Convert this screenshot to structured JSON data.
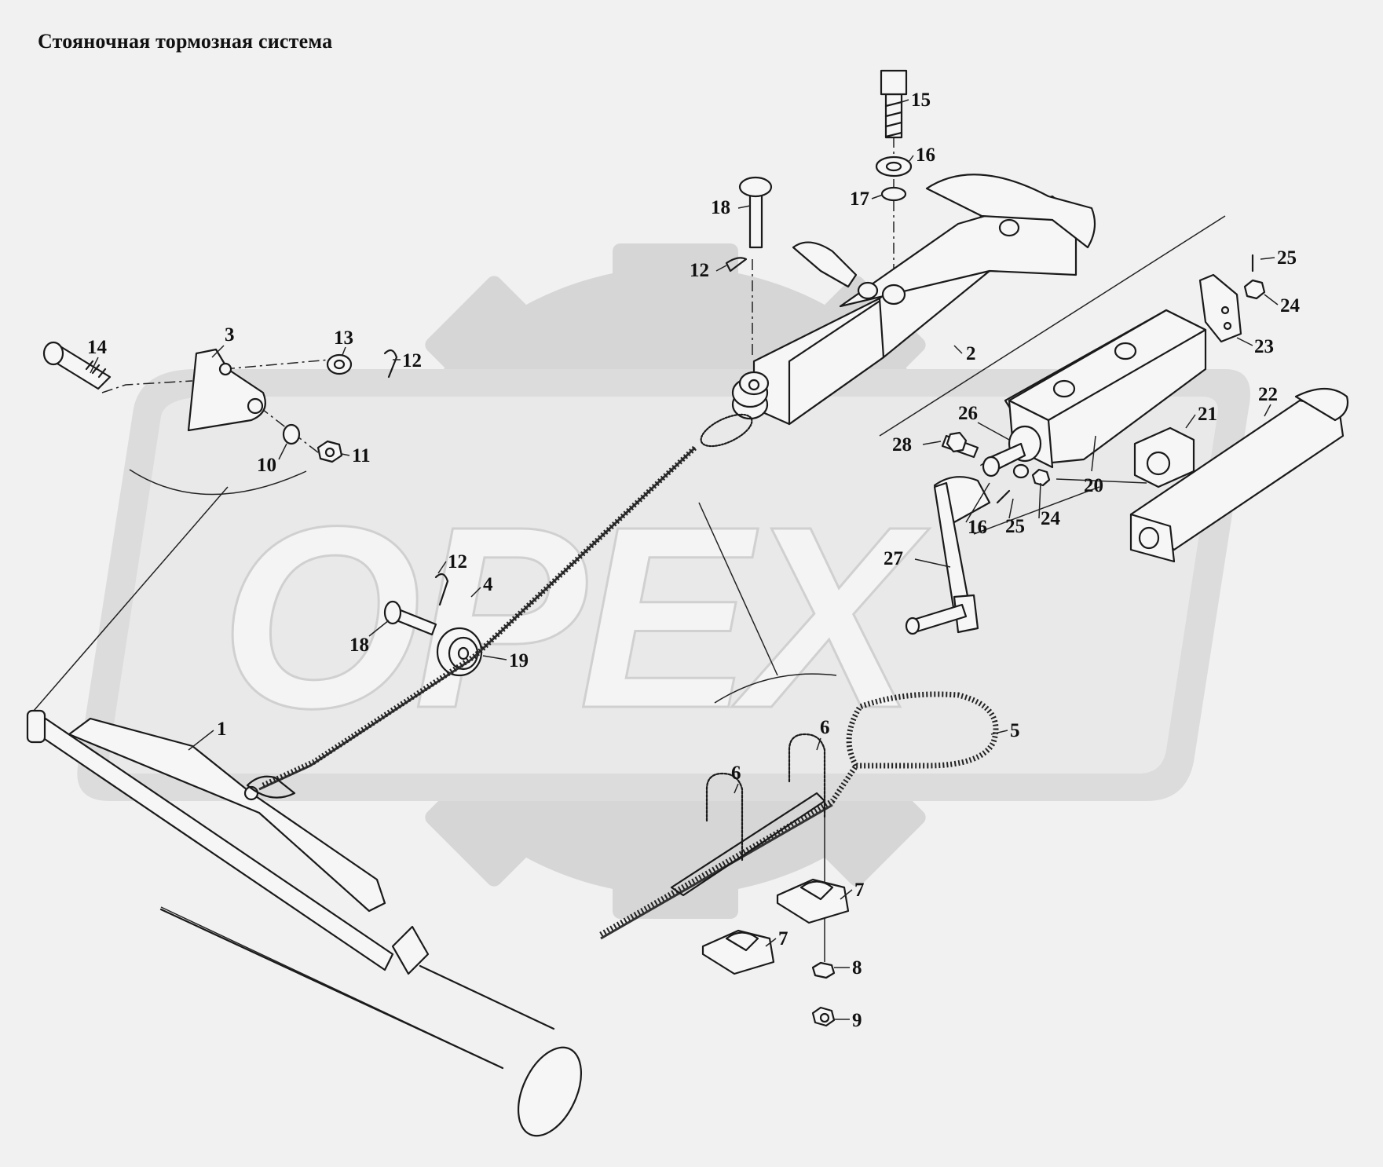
{
  "title": "Стояночная тормозная система",
  "watermark": "OPEX",
  "colors": {
    "background": "#f1f1f1",
    "ink": "#1a1a1a",
    "watermark": "#d6d6d6"
  },
  "callouts": [
    {
      "id": "c1",
      "text": "1"
    },
    {
      "id": "c2",
      "text": "2"
    },
    {
      "id": "c3",
      "text": "3"
    },
    {
      "id": "c4",
      "text": "4"
    },
    {
      "id": "c5",
      "text": "5"
    },
    {
      "id": "c6a",
      "text": "6"
    },
    {
      "id": "c6b",
      "text": "6"
    },
    {
      "id": "c7a",
      "text": "7"
    },
    {
      "id": "c7b",
      "text": "7"
    },
    {
      "id": "c8",
      "text": "8"
    },
    {
      "id": "c9",
      "text": "9"
    },
    {
      "id": "c10",
      "text": "10"
    },
    {
      "id": "c11",
      "text": "11"
    },
    {
      "id": "c12a",
      "text": "12"
    },
    {
      "id": "c12b",
      "text": "12"
    },
    {
      "id": "c12c",
      "text": "12"
    },
    {
      "id": "c13",
      "text": "13"
    },
    {
      "id": "c14",
      "text": "14"
    },
    {
      "id": "c15",
      "text": "15"
    },
    {
      "id": "c16a",
      "text": "16"
    },
    {
      "id": "c16b",
      "text": "16"
    },
    {
      "id": "c17",
      "text": "17"
    },
    {
      "id": "c18a",
      "text": "18"
    },
    {
      "id": "c18b",
      "text": "18"
    },
    {
      "id": "c19",
      "text": "19"
    },
    {
      "id": "c20",
      "text": "20"
    },
    {
      "id": "c21",
      "text": "21"
    },
    {
      "id": "c22",
      "text": "22"
    },
    {
      "id": "c23",
      "text": "23"
    },
    {
      "id": "c24a",
      "text": "24"
    },
    {
      "id": "c24b",
      "text": "24"
    },
    {
      "id": "c25a",
      "text": "25"
    },
    {
      "id": "c25b",
      "text": "25"
    },
    {
      "id": "c26",
      "text": "26"
    },
    {
      "id": "c27",
      "text": "27"
    },
    {
      "id": "c28",
      "text": "28"
    }
  ]
}
